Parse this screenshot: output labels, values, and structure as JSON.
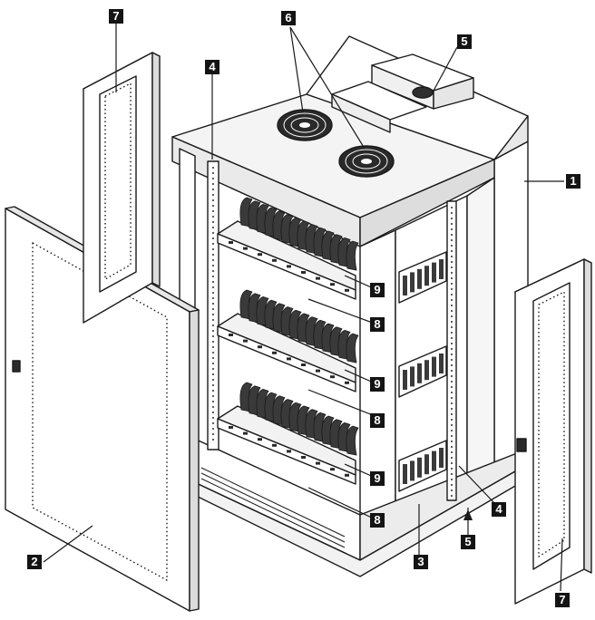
{
  "figure": {
    "callouts": {
      "c1": "1",
      "c2": "2",
      "c3": "3",
      "c4a": "4",
      "c4b": "4",
      "c5a": "5",
      "c5b": "5",
      "c6": "6",
      "c7a": "7",
      "c7b": "7",
      "c8a": "8",
      "c8b": "8",
      "c8c": "8",
      "c9a": "9",
      "c9b": "9",
      "c9c": "9"
    },
    "colors": {
      "line": "#1a1a1a",
      "panel": "#ffffff",
      "shade": "#d9d9d9",
      "dark": "#3a3a3a",
      "label_bg": "#141414",
      "label_text": "#ffffff"
    },
    "shelves": 3,
    "cords_per_shelf": 14
  }
}
